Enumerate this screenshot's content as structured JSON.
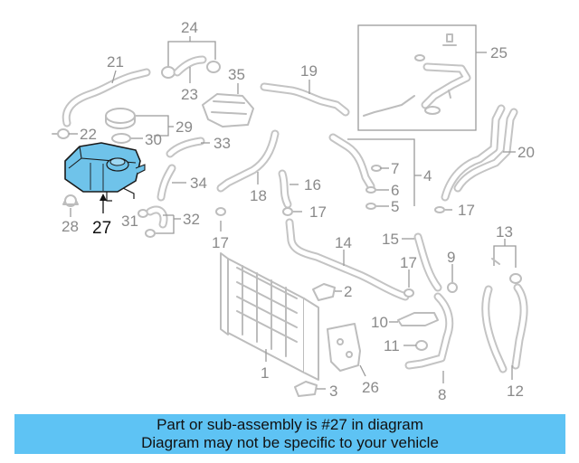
{
  "diagram": {
    "highlight_color": "#6fc3ea",
    "labels": {
      "l1": "1",
      "l2": "2",
      "l3": "3",
      "l4": "4",
      "l5": "5",
      "l6": "6",
      "l7": "7",
      "l8": "8",
      "l9": "9",
      "l10": "10",
      "l11": "11",
      "l12": "12",
      "l13": "13",
      "l14": "14",
      "l15": "15",
      "l16": "16",
      "l17a": "17",
      "l17b": "17",
      "l17c": "17",
      "l17d": "17",
      "l18": "18",
      "l19": "19",
      "l20": "20",
      "l21": "21",
      "l22": "22",
      "l23": "23",
      "l24": "24",
      "l25": "25",
      "l26": "26",
      "l27": "27",
      "l28": "28",
      "l29": "29",
      "l30": "30",
      "l31": "31",
      "l32": "32",
      "l33": "33",
      "l34": "34",
      "l35": "35"
    }
  },
  "banner": {
    "line1": "Part or sub-assembly is #27 in diagram",
    "line2": "Diagram may not be specific to your vehicle",
    "color": "#5ec3f4"
  }
}
